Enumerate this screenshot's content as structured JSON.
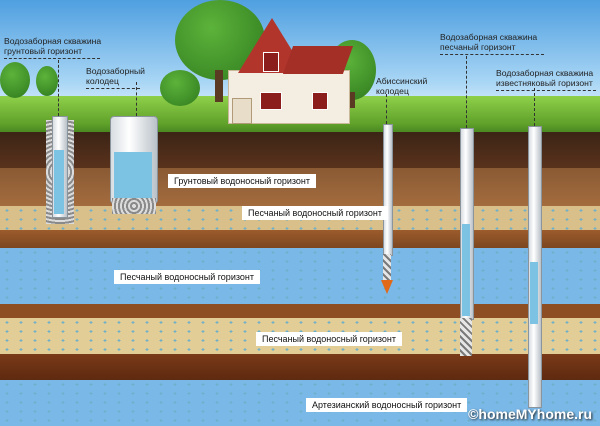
{
  "labels": {
    "ground_well": "Водозаборная скважина\nгрунтовый горизонт",
    "water_well": "Водозаборный\nколодец",
    "abyss_well": "Абиссинский\nколодец",
    "sand_well": "Водозаборная скважина\nпесчаный горизонт",
    "limestone_well": "Водозаборная скважина\nизвестняковый горизонт"
  },
  "layers": {
    "ground_aquifer": "Грунтовый водоносный горизонт",
    "sand_aquifer_1": "Песчаный водоносный горизонт",
    "sand_aquifer_2": "Песчаный водоносный горизонт",
    "sand_aquifer_3": "Песчаный водоносный горизонт",
    "artesian_aquifer": "Артезианский водоносный горизонт"
  },
  "watermark": "©homeMYhome.ru"
}
